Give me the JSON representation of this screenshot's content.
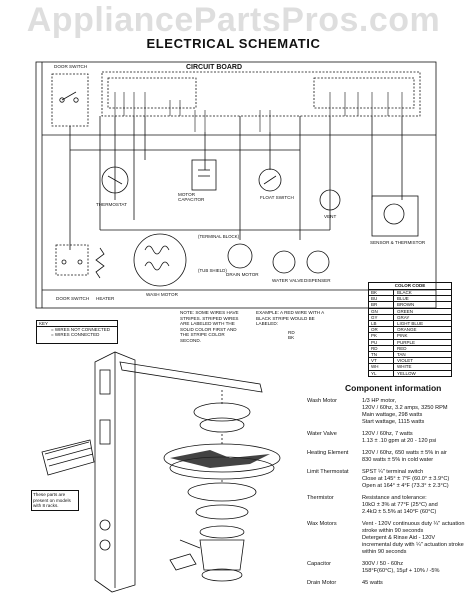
{
  "watermark": "AppliancePartsPros.com",
  "title": "ELECTRICAL SCHEMATIC",
  "circuit_board": "CIRCUIT BOARD",
  "labels": {
    "door_switch_top": "DOOR SWITCH",
    "thermostat": "THERMOSTAT",
    "motor_capacitor": "MOTOR CAPACITOR",
    "float_switch": "FLOAT SWITCH",
    "vent": "VENT",
    "sensor": "SENSOR & THERMISTOR",
    "terminal_block": "(TERMINAL BLOCK)",
    "tub_shield": "(TUB SHIELD)",
    "drain_motor": "DRAIN MOTOR",
    "wash_motor": "WASH MOTOR",
    "water_valve": "WATER VALVE",
    "dispenser": "DISPENSER",
    "door_switch_bottom": "DOOR SWITCH",
    "heater": "HEATER"
  },
  "notes": {
    "stripe_note": "NOTE: SOME WIRES HAVE STRIPES. STRIPED WIRES ARE LABELED WITH THE SOLID COLOR FIRST AND THE STRIPE COLOR SECOND.",
    "example_note": "EXAMPLE: A RED WIRE WITH A BLACK STRIPE WOULD BE LABELED:",
    "example_code": "RD\nBK",
    "key_title": "KEY",
    "key_not_connected": "= WIRES NOT CONNECTED",
    "key_connected": "= WIRES CONNECTED"
  },
  "color_code": {
    "title": "COLOR CODE",
    "rows": [
      [
        "BK",
        "BLACK"
      ],
      [
        "BU",
        "BLUE"
      ],
      [
        "BR",
        "BROWN"
      ],
      [
        "GN",
        "GREEN"
      ],
      [
        "GY",
        "GRAY"
      ],
      [
        "LB",
        "LIGHT BLUE"
      ],
      [
        "OR",
        "ORANGE"
      ],
      [
        "PK",
        "PINK"
      ],
      [
        "PU",
        "PURPLE"
      ],
      [
        "RD",
        "RED"
      ],
      [
        "TN",
        "TAN"
      ],
      [
        "VT",
        "VIOLET"
      ],
      [
        "WH",
        "WHITE"
      ],
      [
        "YL",
        "YELLOW"
      ]
    ]
  },
  "parts_note": "These parts are present on models with 8 racks.",
  "components": {
    "title": "Component information",
    "rows": [
      {
        "name": "Wash Motor",
        "spec": "1/3 HP motor,\n120V / 60hz, 3.2 amps, 3250 RPM\nMain wattage, 298 watts\nStart wattage, 1115 watts"
      },
      {
        "name": "Water Valve",
        "spec": "120V / 60hz, 7 watts\n1.13 ± .10 gpm at 20 - 120 psi"
      },
      {
        "name": "Heating Element",
        "spec": "120V / 60hz, 650 watts ± 5% in air\n830 watts ± 5% in cold water"
      },
      {
        "name": "Limit Thermostat",
        "spec": "SPST ¼\" terminal switch\nClose at 145° ± 7°F (60.0° ± 3.9°C)\nOpen at 164° ± 4°F (73.3° ± 2.3°C)"
      },
      {
        "name": "Thermistor",
        "spec": "Resistance and tolerance:\n10kΩ ± 3% at 77°F (25°C) and\n2.4kΩ ± 5.5% at 140°F (60°C)"
      },
      {
        "name": "Wax Motors",
        "spec": "Vent - 120V continuous duty ¼\" actuation stroke within 90 seconds\nDetergent & Rinse Aid - 120V incremental duty with ¼\" actuation stroke within 90 seconds"
      },
      {
        "name": "Capacitor",
        "spec": "300V / 50 - 60hz\n158°F(60°C), 15µf + 10% / -5%"
      },
      {
        "name": "Drain Motor",
        "spec": "45 watts"
      }
    ]
  }
}
